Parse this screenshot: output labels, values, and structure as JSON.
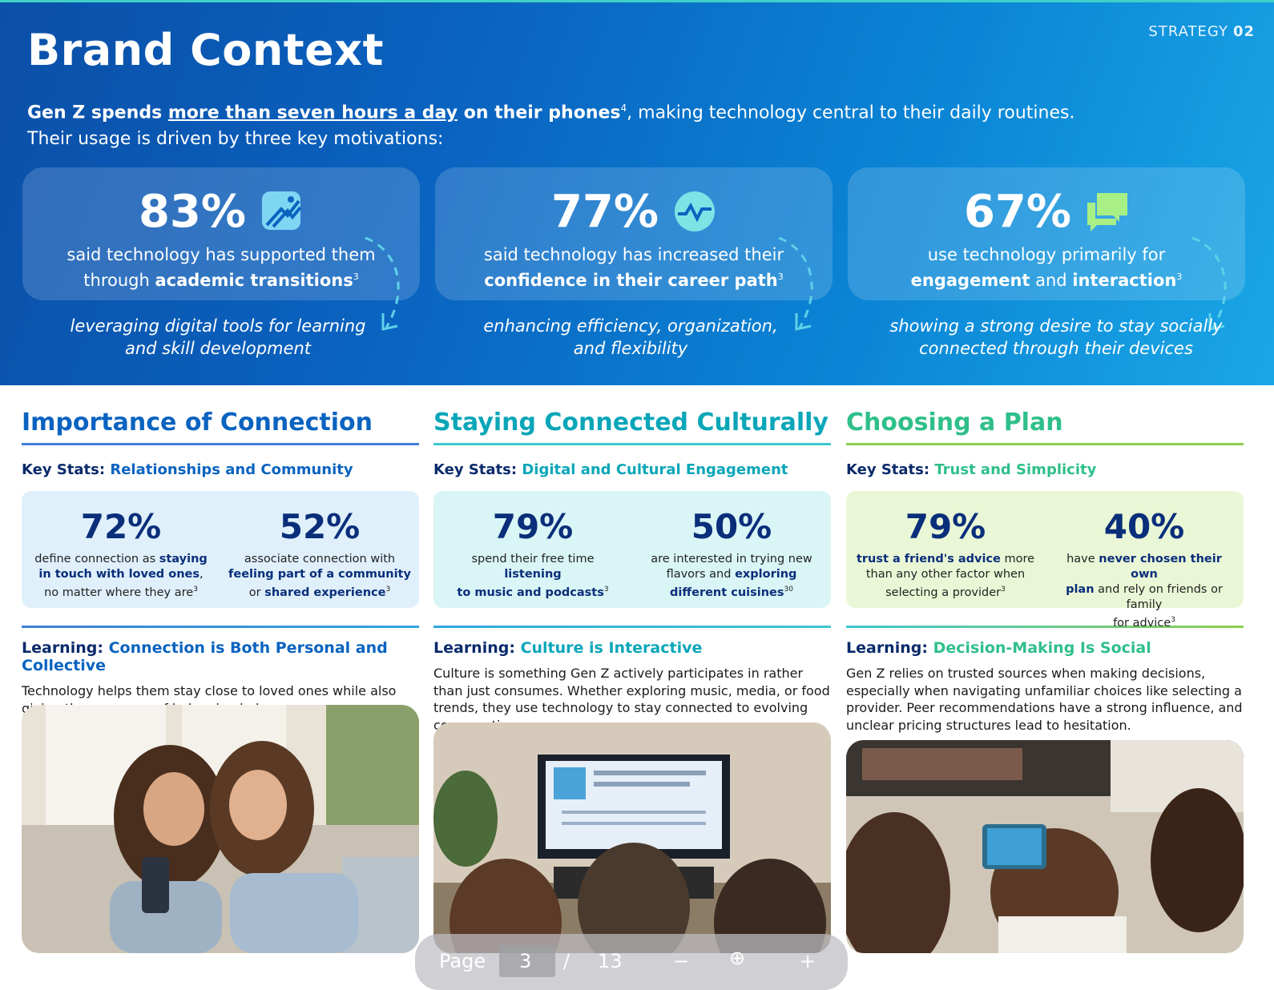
{
  "header": {
    "title": "Brand Context",
    "section_label": "STRATEGY",
    "section_number": "02",
    "intro_bold1": "Gen Z spends ",
    "intro_underline": "more than seven hours a day",
    "intro_bold2": " on their phones",
    "intro_sup": "4",
    "intro_rest": ", making technology central to their daily routines.",
    "intro_line2": "Their usage is driven by three key motivations:"
  },
  "hero_stats": [
    {
      "value": "83%",
      "icon": "learning-chart-icon",
      "line1": "said technology has supported them",
      "line2_pre": "through ",
      "line2_bold": "academic transitions",
      "line2_post": "",
      "sup": "3",
      "italic1": "leveraging digital tools for learning",
      "italic2": "and skill development"
    },
    {
      "value": "77%",
      "icon": "pulse-circle-icon",
      "line1": "said technology has increased their",
      "line2_pre": "",
      "line2_bold": "confidence in their career path",
      "line2_post": "",
      "sup": "3",
      "italic1": "enhancing efficiency, organization,",
      "italic2": "and flexibility"
    },
    {
      "value": "67%",
      "icon": "chat-bubbles-icon",
      "line1": "use technology primarily for",
      "line2_pre": "",
      "line2_bold": "engagement",
      "line2_mid": " and ",
      "line2_bold2": "interaction",
      "sup": "3",
      "italic1": "showing a strong desire to stay socially",
      "italic2": "connected through their devices"
    }
  ],
  "columns": [
    {
      "title": "Importance of Connection",
      "accent": "#0a63c0",
      "keystats_label": "Key Stats:",
      "keystats_topic": "Relationships and Community",
      "box_color": "#dff0fb",
      "stats": [
        {
          "value": "72%",
          "t1": "define connection as ",
          "b1": "staying",
          "t2": "",
          "b2": "in touch with loved ones",
          "t3": ",",
          "t4": "no matter where they are",
          "sup": "3"
        },
        {
          "value": "52%",
          "t1": "associate connection with",
          "b1": "",
          "t2": "",
          "b2": "feeling part of a community",
          "t3": "",
          "t4": "or ",
          "b4": "shared experience",
          "sup": "3"
        }
      ],
      "learning_label": "Learning:",
      "learning_title": "Connection is Both Personal and Collective",
      "learning_text": "Technology helps them stay close to loved ones while also giving them a sense of belonging in larger groups."
    },
    {
      "title": "Staying Connected Culturally",
      "accent": "#0aa6b8",
      "keystats_label": "Key Stats:",
      "keystats_topic": "Digital and Cultural Engagement",
      "box_color": "#d9f5f5",
      "stats": [
        {
          "value": "79%",
          "t1": "spend their free time ",
          "b1": "listening",
          "b2": "to music and podcasts",
          "sup": "3"
        },
        {
          "value": "50%",
          "t1": "are interested in trying new",
          "t2": "flavors and ",
          "b1": "exploring",
          "b2": "different cuisines",
          "sup": "30"
        }
      ],
      "learning_label": "Learning:",
      "learning_title": "Culture is Interactive",
      "learning_text": "Culture is something Gen Z actively participates in rather than just consumes. Whether exploring music, media, or food trends, they use technology to stay connected to evolving conversations."
    },
    {
      "title": "Choosing a Plan",
      "accent": "#3cc27a",
      "keystats_label": "Key Stats:",
      "keystats_topic": "Trust and Simplicity",
      "box_color": "#eaf7d6",
      "stats": [
        {
          "value": "79%",
          "b1": "trust a friend's advice",
          "t1": " more",
          "t2": "than any other factor when",
          "t3": "selecting a provider",
          "sup": "3"
        },
        {
          "value": "40%",
          "t1": "have ",
          "b1": "never chosen their own",
          "b2": "plan",
          "t2": " and rely on friends or family",
          "t3": "for advice",
          "sup": "3"
        }
      ],
      "learning_label": "Learning:",
      "learning_title": "Decision-Making Is Social",
      "learning_text": "Gen Z relies on trusted sources when making decisions, especially when navigating unfamiliar choices like selecting a provider. Peer recommendations have a strong influence, and unclear pricing structures lead to hesitation."
    }
  ],
  "pager": {
    "label": "Page",
    "current": "3",
    "separator": "/",
    "total": "13"
  }
}
